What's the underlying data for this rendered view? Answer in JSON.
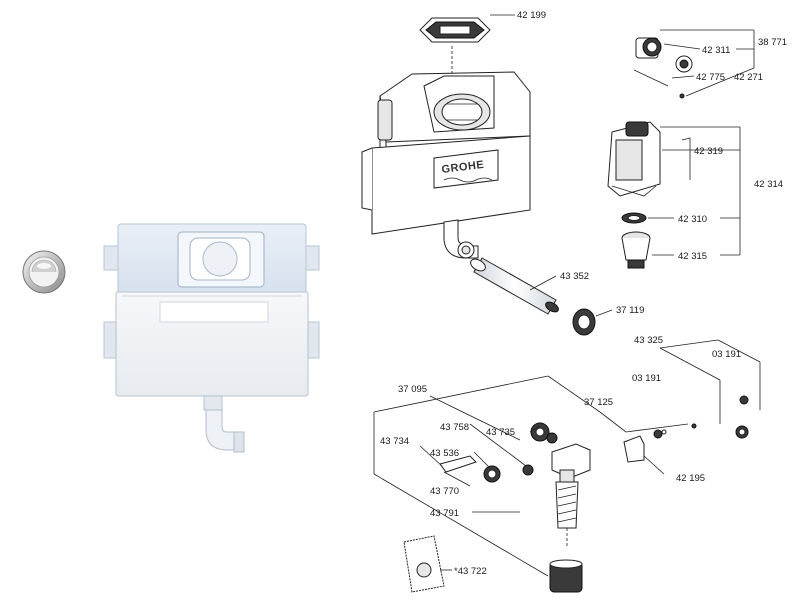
{
  "brand": "GROHE",
  "labels": {
    "p42199": "42 199",
    "p38771": "38 771",
    "p42311": "42 311",
    "p42775": "42 775",
    "p42271": "42 271",
    "p42319": "42 319",
    "p42314": "42 314",
    "p42310": "42 310",
    "p42315": "42 315",
    "p43352": "43 352",
    "p37119": "37 119",
    "p43325": "43 325",
    "p03191a": "03 191",
    "p03191b": "03 191",
    "p37095": "37 095",
    "p37125": "37 125",
    "p43758": "43 758",
    "p43735": "43 735",
    "p43734": "43 734",
    "p43536": "43 536",
    "p43770": "43 770",
    "p42195": "42 195",
    "p43791": "43 791",
    "p43722": "*43 722"
  },
  "colors": {
    "cistern_white": "#f4f6f8",
    "cistern_blue_tint": "#dfe8f2",
    "chrome": "#c8c8c8"
  }
}
